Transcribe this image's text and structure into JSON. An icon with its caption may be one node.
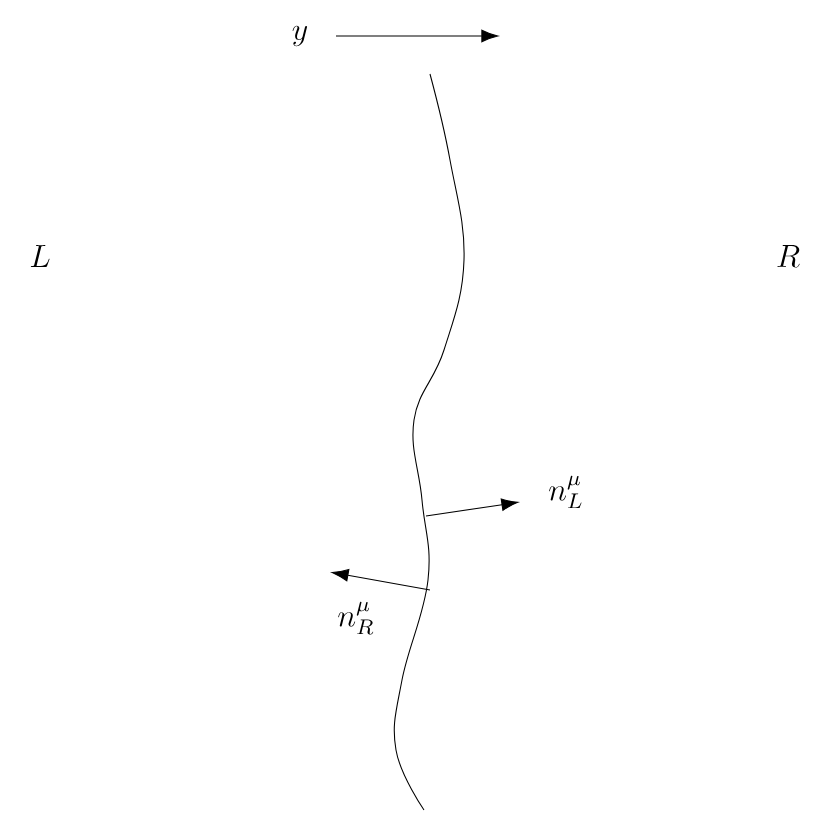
{
  "diagram": {
    "labels": [
      "y",
      "L",
      "R",
      "n^{\\mu}_{L}",
      "n^{\\mu}_{R}"
    ]
  }
}
